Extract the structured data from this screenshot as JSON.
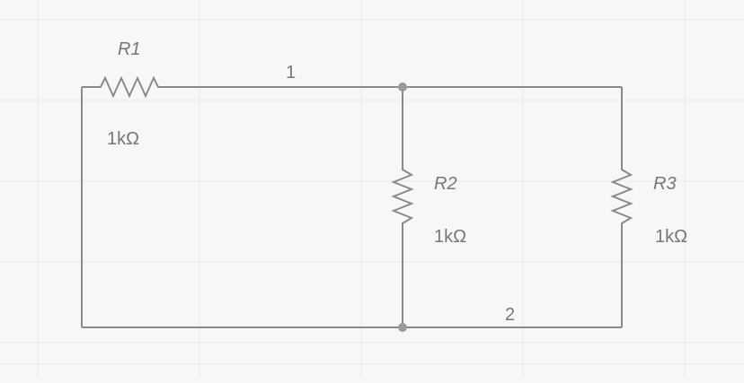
{
  "diagram": {
    "type": "circuit-schematic",
    "resistors": [
      {
        "name": "R1",
        "value": "1kΩ"
      },
      {
        "name": "R2",
        "value": "1kΩ"
      },
      {
        "name": "R3",
        "value": "1kΩ"
      }
    ],
    "nodes": [
      {
        "label": "1"
      },
      {
        "label": "2"
      }
    ],
    "colors": {
      "background": "#f7f7f7",
      "wire": "#8a8a8a",
      "text": "#777777",
      "grid": "#e9e9e9"
    }
  }
}
